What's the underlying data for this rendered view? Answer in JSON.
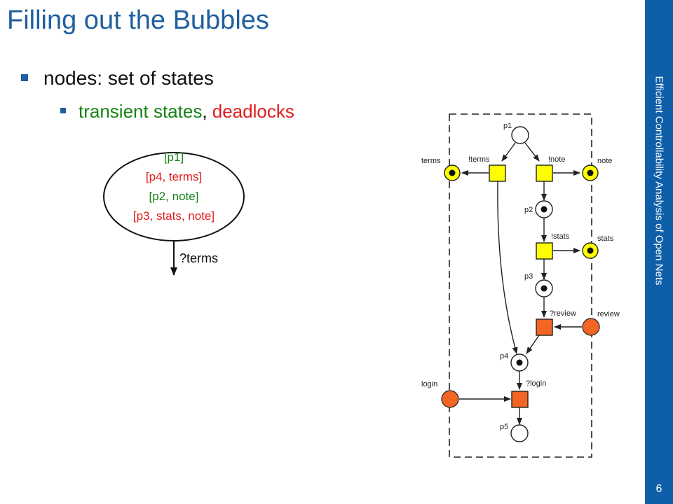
{
  "slide": {
    "title": "Filling out the Bubbles",
    "bullet": "nodes: set of states",
    "sub_bullet": {
      "part1": "transient states",
      "separator": ", ",
      "part2": "deadlocks"
    },
    "sidebar_text": "Efficient Controllability Analysis of Open Nets",
    "page_number": "6"
  },
  "bubble": {
    "states": [
      "[p1]",
      "[p4, terms]",
      "[p2, note]",
      "[p3, stats, note]"
    ],
    "edge_label": "?terms"
  },
  "petri_net": {
    "places": {
      "p1": "p1",
      "p2": "p2",
      "p3": "p3",
      "p4": "p4",
      "p5": "p5",
      "terms": "terms",
      "note": "note",
      "stats": "stats",
      "review": "review",
      "login": "login"
    },
    "transitions": {
      "t_terms": "!terms",
      "t_note": "!note",
      "t_stats": "!stats",
      "t_review": "?review",
      "t_login": "?login"
    }
  },
  "colors": {
    "title": "#1f5f9f",
    "transient": "#168316",
    "deadlock": "#e01b1b",
    "sidebar": "#0f5ea8",
    "send_interface": "#ffff00",
    "receive_interface": "#f26522"
  }
}
